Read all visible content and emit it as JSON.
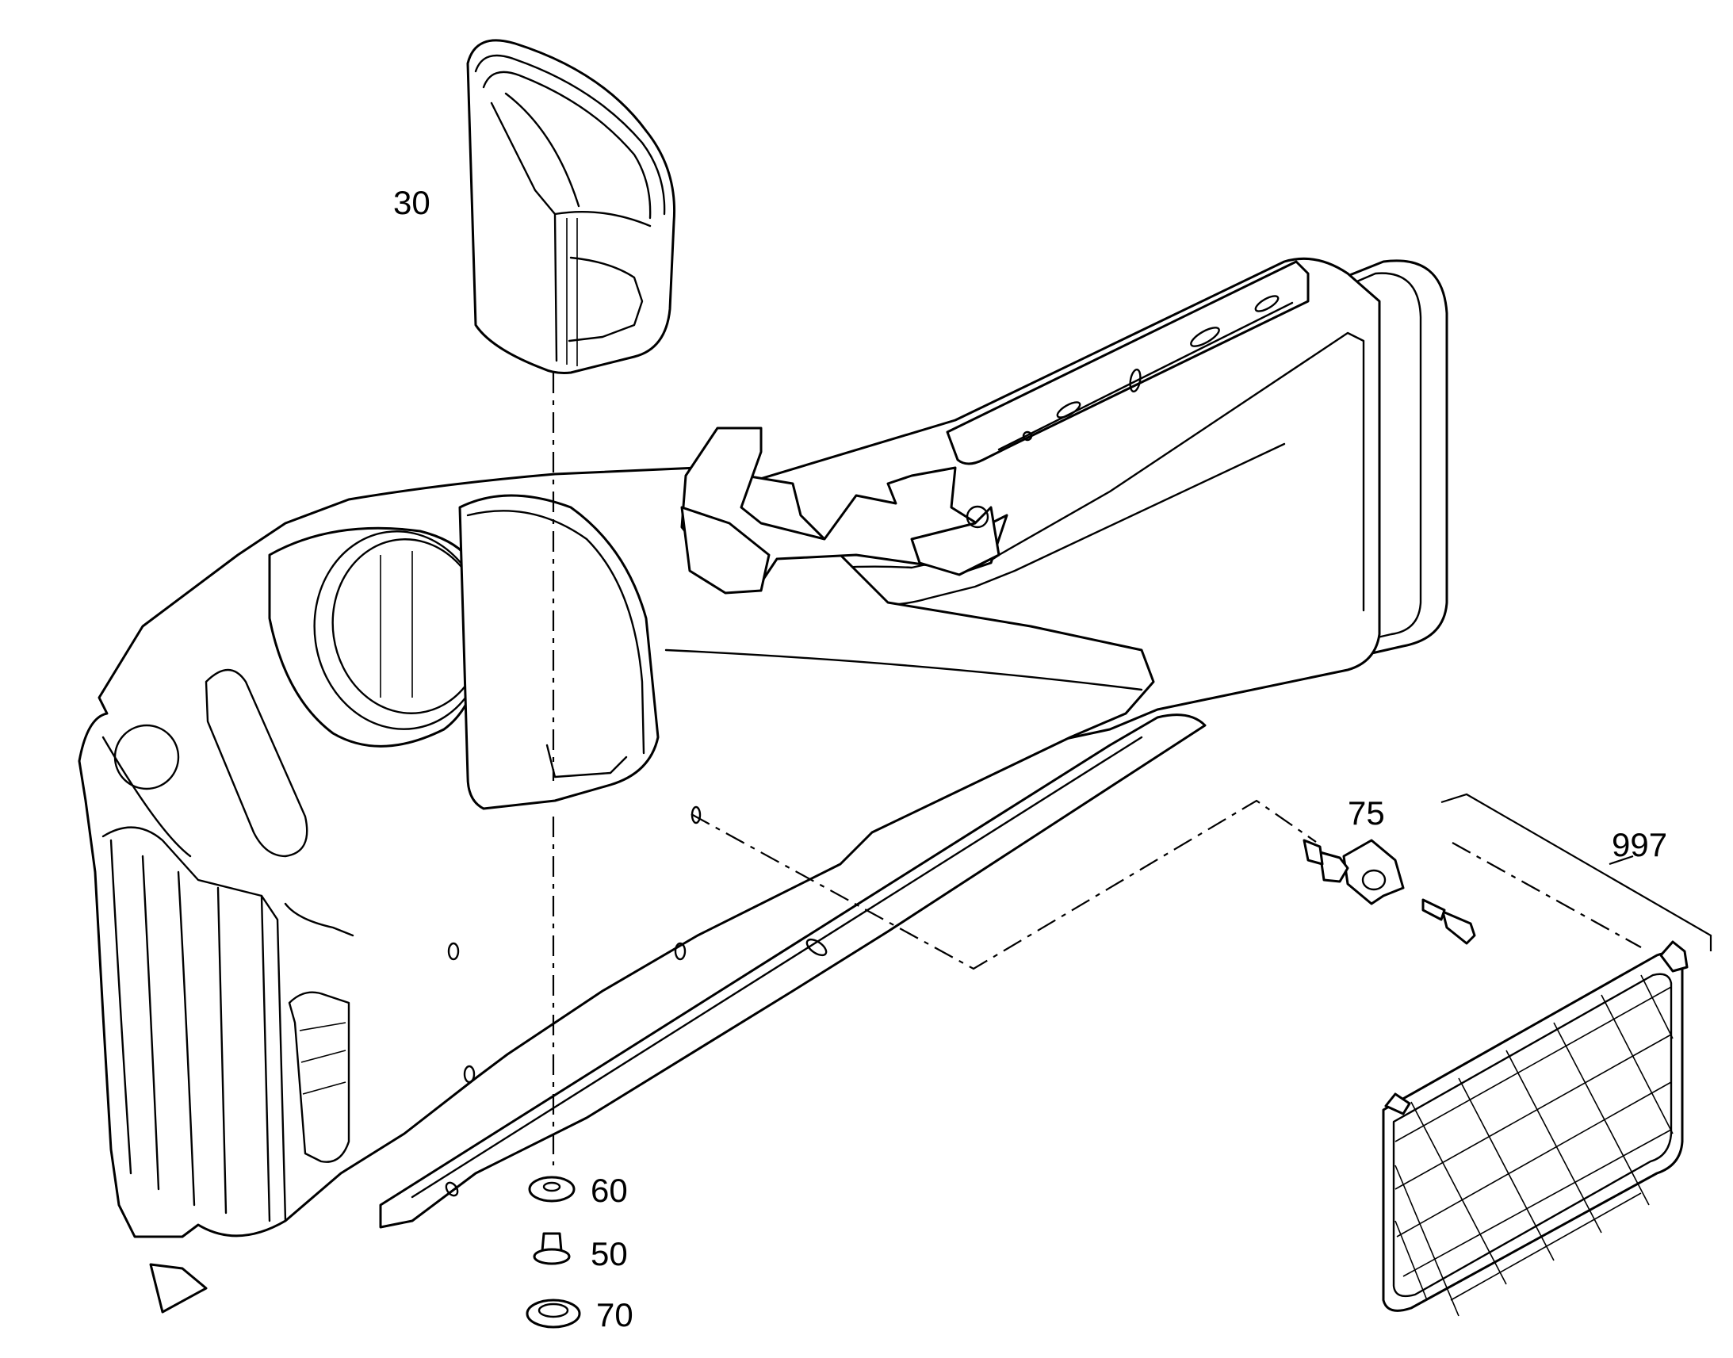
{
  "callouts": {
    "c30": "30",
    "c75": "75",
    "c997": "997",
    "c60": "60",
    "c50": "50",
    "c70": "70"
  },
  "colors": {
    "line": "#000000",
    "background": "#ffffff"
  }
}
